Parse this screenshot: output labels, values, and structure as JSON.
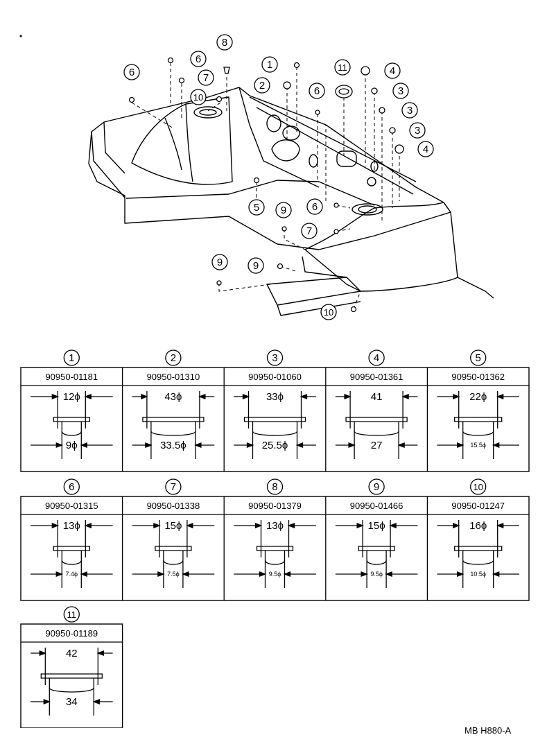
{
  "diagram": {
    "callouts_top": [
      {
        "id": "c1",
        "num": "1"
      },
      {
        "id": "c2",
        "num": "2"
      },
      {
        "id": "c3a",
        "num": "3"
      },
      {
        "id": "c3b",
        "num": "3"
      },
      {
        "id": "c3c",
        "num": "3"
      },
      {
        "id": "c4a",
        "num": "4"
      },
      {
        "id": "c4b",
        "num": "4"
      },
      {
        "id": "c5",
        "num": "5"
      },
      {
        "id": "c6a",
        "num": "6"
      },
      {
        "id": "c6b",
        "num": "6"
      },
      {
        "id": "c6c",
        "num": "6"
      },
      {
        "id": "c6d",
        "num": "6"
      },
      {
        "id": "c7a",
        "num": "7"
      },
      {
        "id": "c7b",
        "num": "7"
      },
      {
        "id": "c8",
        "num": "8"
      },
      {
        "id": "c9a",
        "num": "9"
      },
      {
        "id": "c9b",
        "num": "9"
      },
      {
        "id": "c9c",
        "num": "9"
      },
      {
        "id": "c10a",
        "num": "10"
      },
      {
        "id": "c10b",
        "num": "10"
      },
      {
        "id": "c11",
        "num": "11"
      }
    ]
  },
  "parts": [
    {
      "num": "1",
      "part_no": "90950-01181",
      "top": "12ϕ",
      "bottom": "9ϕ"
    },
    {
      "num": "2",
      "part_no": "90950-01310",
      "top": "43ϕ",
      "bottom": "33.5ϕ"
    },
    {
      "num": "3",
      "part_no": "90950-01060",
      "top": "33ϕ",
      "bottom": "25.5ϕ"
    },
    {
      "num": "4",
      "part_no": "90950-01361",
      "top": "41",
      "bottom": "27"
    },
    {
      "num": "5",
      "part_no": "90950-01362",
      "top": "22ϕ",
      "bottom": "15.5ϕ"
    },
    {
      "num": "6",
      "part_no": "90950-01315",
      "top": "13ϕ",
      "bottom": "7.4ϕ"
    },
    {
      "num": "7",
      "part_no": "90950-01338",
      "top": "15ϕ",
      "bottom": "7.5ϕ"
    },
    {
      "num": "8",
      "part_no": "90950-01379",
      "top": "13ϕ",
      "bottom": "9.5ϕ"
    },
    {
      "num": "9",
      "part_no": "90950-01466",
      "top": "15ϕ",
      "bottom": "9.5ϕ"
    },
    {
      "num": "10",
      "part_no": "90950-01247",
      "top": "16ϕ",
      "bottom": "10.5ϕ"
    },
    {
      "num": "11",
      "part_no": "90950-01189",
      "top": "42",
      "bottom": "34"
    }
  ],
  "diagram_code": "MB H880-A"
}
